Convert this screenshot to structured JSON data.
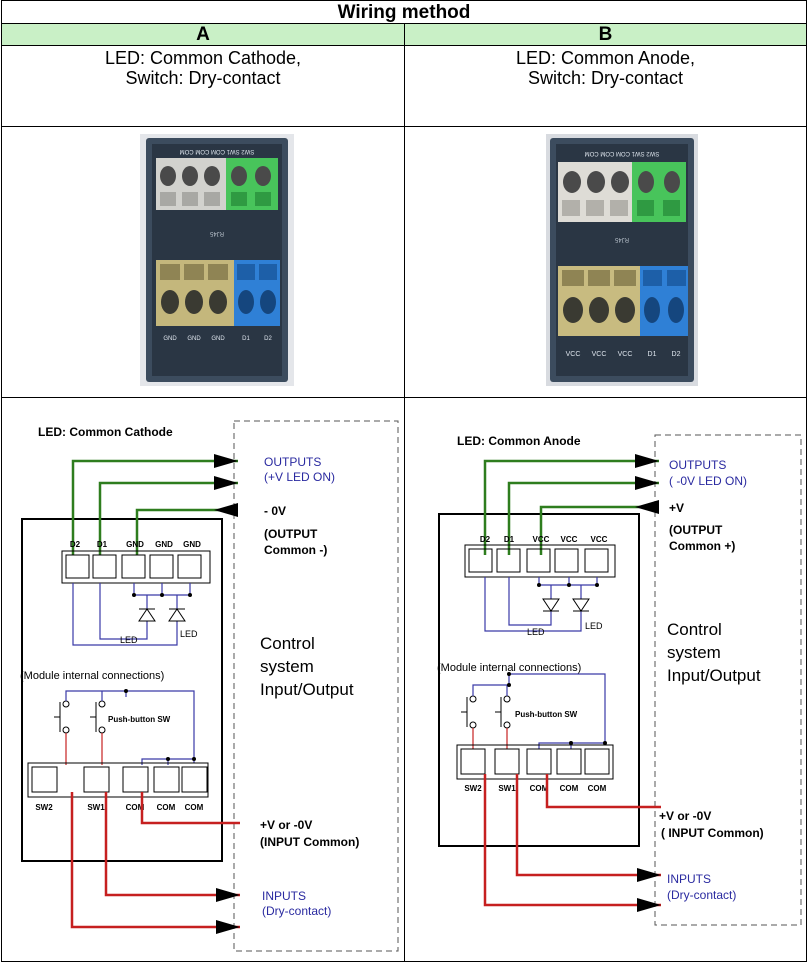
{
  "title": "Wiring method",
  "columns": [
    {
      "header": "A",
      "desc_line1": "LED: Common Cathode,",
      "desc_line2": "Switch: Dry-contact",
      "photo": {
        "top_labels": "SW2 SW1 COM COM COM",
        "mid_label": "RJ45",
        "bottom_labels": [
          "GND",
          "GND",
          "GND",
          "D1",
          "D2"
        ]
      },
      "diagram": {
        "led_heading": "LED: Common Cathode",
        "outputs_label": "OUTPUTS",
        "outputs_sub": "(+V LED ON)",
        "common_v": "- 0V",
        "output_common_1": "(OUTPUT",
        "output_common_2": "Common -)",
        "top_pins": [
          "D2",
          "D1",
          "GND",
          "GND",
          "GND"
        ],
        "led_label": "LED",
        "internal": "(Module internal connections)",
        "control_1": "Control",
        "control_2": "system",
        "control_3": "Input/Output",
        "pushbutton": "Push-button SW",
        "bottom_pins": [
          "SW2",
          "SW1",
          "COM",
          "COM",
          "COM"
        ],
        "input_v": "+V or -0V",
        "input_common": "(INPUT Common)",
        "inputs_label": "INPUTS",
        "inputs_sub": "(Dry-contact)"
      }
    },
    {
      "header": "B",
      "desc_line1": "LED: Common Anode,",
      "desc_line2": "Switch: Dry-contact",
      "photo": {
        "top_labels": "SW2 SW1 COM COM COM",
        "mid_label": "RJ45",
        "bottom_labels": [
          "VCC",
          "VCC",
          "VCC",
          "D1",
          "D2"
        ]
      },
      "diagram": {
        "led_heading": "LED: Common Anode",
        "outputs_label": "OUTPUTS",
        "outputs_sub": "( -0V LED ON)",
        "common_v": "+V",
        "output_common_1": "(OUTPUT",
        "output_common_2": "Common +)",
        "top_pins": [
          "D2",
          "D1",
          "VCC",
          "VCC",
          "VCC"
        ],
        "led_label": "LED",
        "internal": "(Module internal connections)",
        "control_1": "Control",
        "control_2": "system",
        "control_3": "Input/Output",
        "pushbutton": "Push-button SW",
        "bottom_pins": [
          "SW2",
          "SW1",
          "COM",
          "COM",
          "COM"
        ],
        "input_v": "+V or -0V",
        "input_common": "( INPUT Common)",
        "inputs_label": "INPUTS",
        "inputs_sub": "(Dry-contact)"
      }
    }
  ],
  "colors": {
    "header_bg": "#c9f0c6",
    "wire_green": "#2e7d1e",
    "wire_red": "#c62020",
    "wire_blue": "#3a3aa8",
    "label_blue": "#2a2aa0",
    "terminal_grey": "#cfcfcb",
    "terminal_green": "#3fbf55",
    "terminal_yellow": "#c2b67a",
    "terminal_blue": "#2f7fd6"
  }
}
